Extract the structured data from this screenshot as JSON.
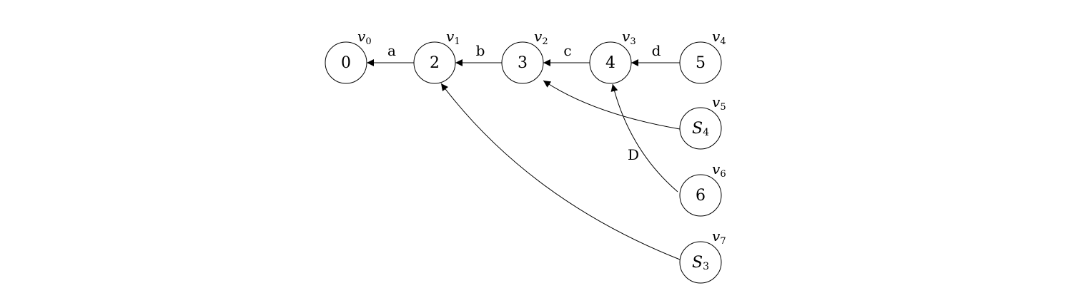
{
  "diagram": {
    "type": "directed-graph",
    "nodes": [
      {
        "id": "n0",
        "label": "0",
        "sub": "",
        "italic": false,
        "vname": "v",
        "vsub": "0"
      },
      {
        "id": "n2",
        "label": "2",
        "sub": "",
        "italic": false,
        "vname": "v",
        "vsub": "1"
      },
      {
        "id": "n3",
        "label": "3",
        "sub": "",
        "italic": false,
        "vname": "v",
        "vsub": "2"
      },
      {
        "id": "n4",
        "label": "4",
        "sub": "",
        "italic": false,
        "vname": "v",
        "vsub": "3"
      },
      {
        "id": "n5",
        "label": "5",
        "sub": "",
        "italic": false,
        "vname": "v",
        "vsub": "4"
      },
      {
        "id": "nS4",
        "label": "S",
        "sub": "4",
        "italic": true,
        "vname": "v",
        "vsub": "5"
      },
      {
        "id": "n6",
        "label": "6",
        "sub": "",
        "italic": false,
        "vname": "v",
        "vsub": "6"
      },
      {
        "id": "nS3",
        "label": "S",
        "sub": "3",
        "italic": true,
        "vname": "v",
        "vsub": "7"
      }
    ],
    "edges": [
      {
        "from": "n2",
        "to": "n0",
        "label": "a"
      },
      {
        "from": "n3",
        "to": "n2",
        "label": "b"
      },
      {
        "from": "n4",
        "to": "n3",
        "label": "c"
      },
      {
        "from": "n5",
        "to": "n4",
        "label": "d"
      },
      {
        "from": "nS4",
        "to": "n3",
        "label": ""
      },
      {
        "from": "n6",
        "to": "n4",
        "label": "D"
      },
      {
        "from": "nS3",
        "to": "n2",
        "label": ""
      }
    ]
  }
}
